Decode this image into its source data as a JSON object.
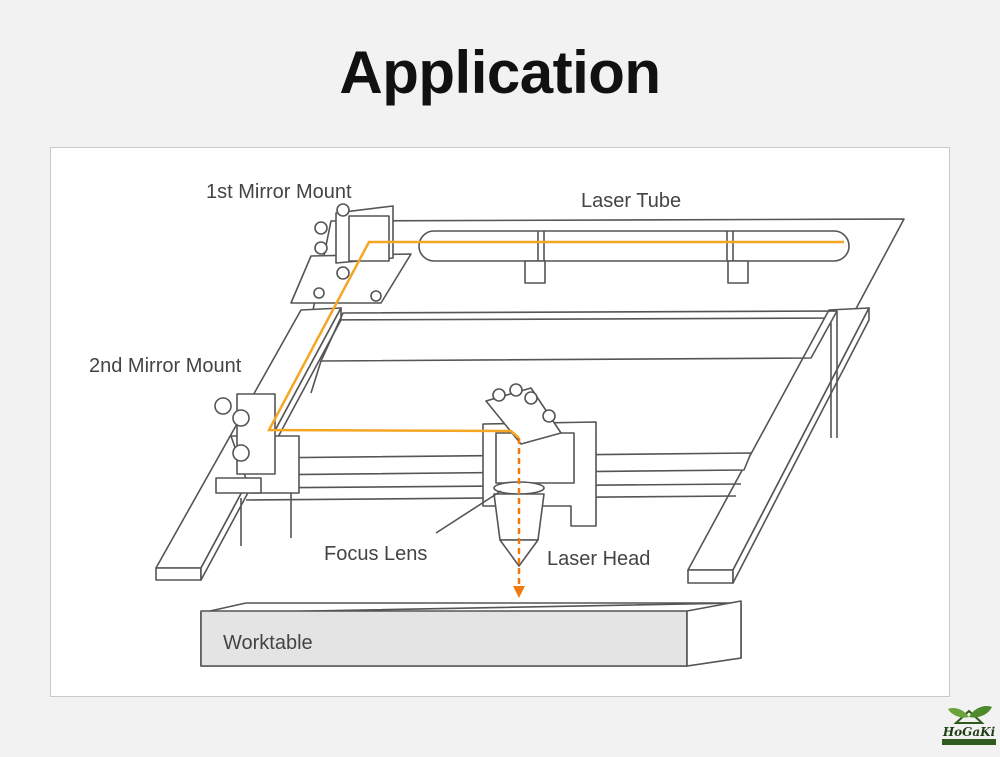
{
  "page_title": "Application",
  "labels": {
    "first_mirror": "1st Mirror Mount",
    "laser_tube": "Laser Tube",
    "second_mirror": "2nd Mirror Mount",
    "focus_lens": "Focus Lens",
    "laser_head": "Laser Head",
    "worktable": "Worktable"
  },
  "colors": {
    "beam": "#f5a623",
    "beam_down": "#f07a10",
    "line": "#555555",
    "worktable_face": "#e4e4e4"
  },
  "logo": {
    "text": "HoGaKi",
    "icon": "leaf-house-logo-icon"
  }
}
